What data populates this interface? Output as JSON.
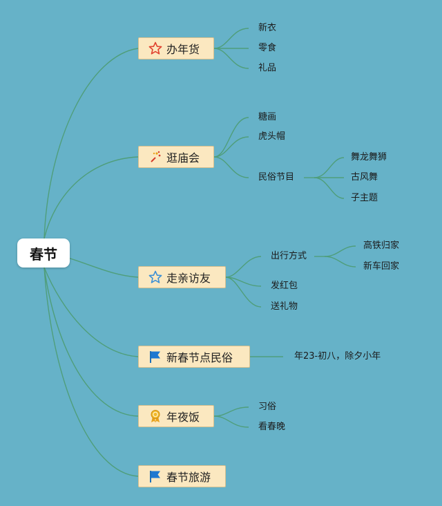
{
  "root": "春节",
  "topics": [
    {
      "label": "办年货",
      "icon": "star-icon",
      "children": [
        "新衣",
        "零食",
        "礼品"
      ]
    },
    {
      "label": "逛庙会",
      "icon": "fireworks-icon",
      "children": [
        "糖画",
        "虎头帽",
        "民俗节目"
      ],
      "sub": [
        "舞龙舞狮",
        "古风舞",
        "子主题"
      ]
    },
    {
      "label": "走亲访友",
      "icon": "star-outline-icon",
      "children": [
        "出行方式",
        "发红包",
        "送礼物"
      ],
      "sub": [
        "高铁归家",
        "新车回家"
      ]
    },
    {
      "label": "新春节点民俗",
      "icon": "flag-icon",
      "children": [
        "年23-初八，除夕小年"
      ]
    },
    {
      "label": "年夜饭",
      "icon": "medal-icon",
      "children": [
        "习俗",
        "看春晚"
      ]
    },
    {
      "label": "春节旅游",
      "icon": "flag-icon",
      "children": []
    }
  ],
  "colors": {
    "background": "#66b2c8",
    "topic_fill": "#fbe8c0",
    "line": "#4f9e7a"
  }
}
